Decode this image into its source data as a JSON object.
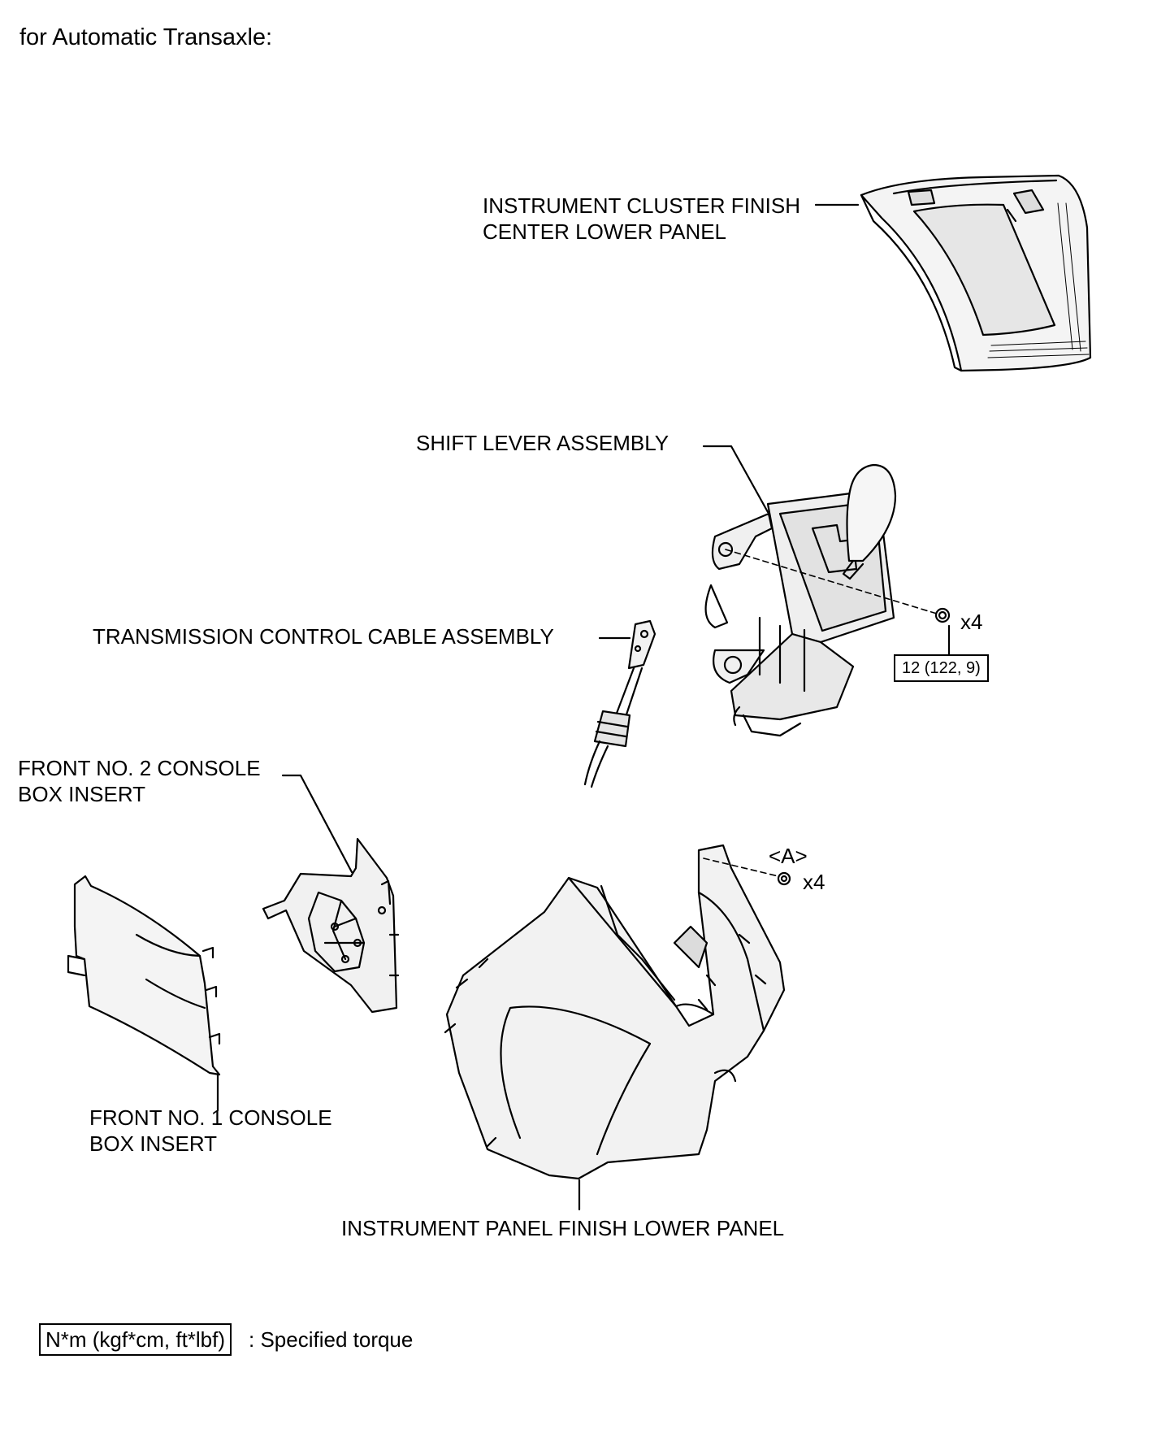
{
  "title": "for Automatic Transaxle:",
  "labels": {
    "cluster_panel_line1": "INSTRUMENT CLUSTER FINISH",
    "cluster_panel_line2": "CENTER LOWER PANEL",
    "shift_lever": "SHIFT LEVER ASSEMBLY",
    "control_cable": "TRANSMISSION CONTROL CABLE ASSEMBLY",
    "console_insert_2_line1": "FRONT NO. 2 CONSOLE",
    "console_insert_2_line2": "BOX INSERT",
    "console_insert_1_line1": "FRONT NO. 1 CONSOLE",
    "console_insert_1_line2": "BOX INSERT",
    "lower_panel": "INSTRUMENT PANEL FINISH LOWER PANEL"
  },
  "fasteners": {
    "shift_lever_nut_qty": "x4",
    "shift_lever_torque": "12 (122,  9)",
    "screw_ref": "<A>",
    "screw_qty": "x4"
  },
  "legend": {
    "box": "N*m (kgf*cm, ft*lbf)",
    "text": ": Specified torque"
  }
}
